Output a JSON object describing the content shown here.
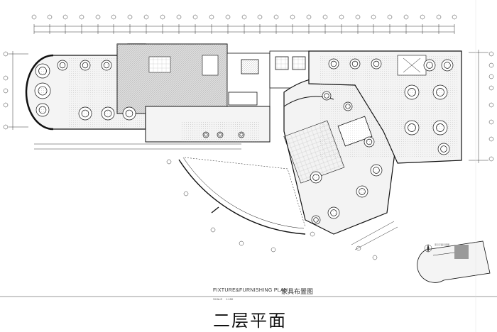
{
  "drawing": {
    "plan_title_en": "FIXTURE&FURNISHING PLAN",
    "plan_title_cn": "家具布置图",
    "scale_label": "SCALE",
    "scale_value": "1:150",
    "floor_title": "二层平面",
    "inset_label": "索引平面示意图"
  },
  "colors": {
    "line": "#222222",
    "hatch": "#9a9a9a",
    "fill_gray": "#d6d6d6",
    "paper": "#ffffff"
  },
  "icons": [
    "compass-rose-icon",
    "grid-bubble-icon"
  ]
}
